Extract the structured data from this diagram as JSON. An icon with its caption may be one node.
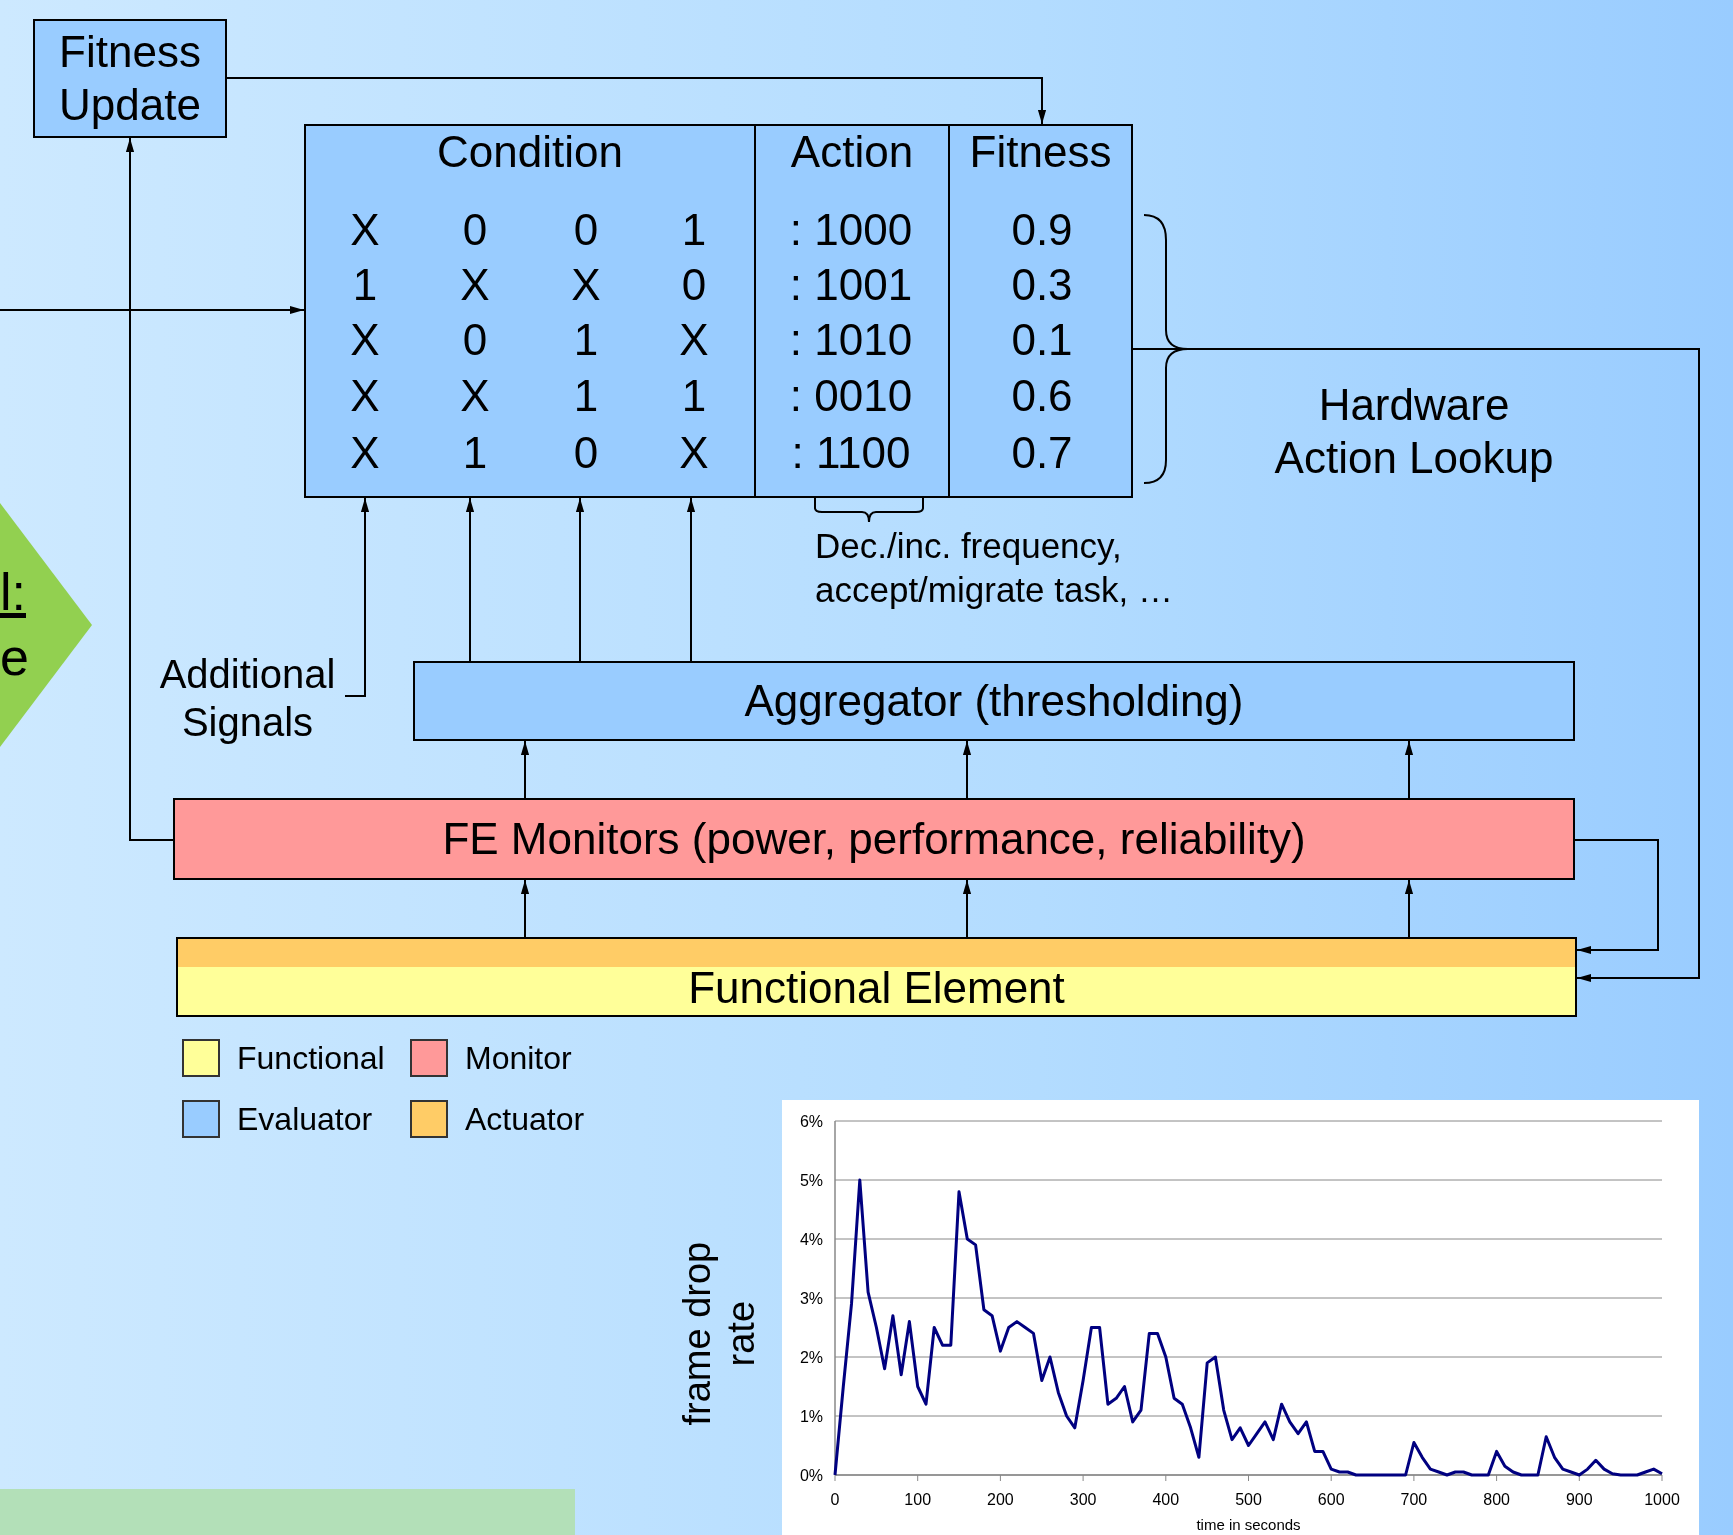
{
  "diagram": {
    "nodes": [
      {
        "text": [
          "Fitness Update"
        ]
      },
      {
        "text": [
          "Condition"
        ]
      },
      {
        "text": [
          "Action"
        ]
      },
      {
        "text": [
          "Fitness"
        ]
      },
      {
        "text": [
          "Hardware Action Lookup"
        ]
      },
      {
        "text": [
          "Additional Signals"
        ]
      },
      {
        "text": [
          "Aggregator (thresholding)"
        ]
      },
      {
        "text": [
          "FE Monitors (power, performance, reliability)"
        ]
      },
      {
        "text": [
          "Functional Element"
        ]
      },
      {
        "text": [
          "l:",
          "e"
        ]
      },
      {
        "text": [],
        "shape": "bar"
      }
    ],
    "edges": [
      {
        "from": null,
        "to": 1,
        "arrow": "to"
      },
      {
        "from": 0,
        "to": 3,
        "arrow": "to"
      },
      {
        "from": 7,
        "to": 0,
        "arrow": "to"
      },
      {
        "from": 5,
        "to": 1,
        "arrow": "to"
      },
      {
        "from": 6,
        "to": 1,
        "arrow": "to"
      },
      {
        "from": 6,
        "to": 1,
        "arrow": "to"
      },
      {
        "from": 6,
        "to": 1,
        "arrow": "to"
      },
      {
        "from": 7,
        "to": 6,
        "arrow": "to"
      },
      {
        "from": 7,
        "to": 6,
        "arrow": "to"
      },
      {
        "from": 7,
        "to": 6,
        "arrow": "to"
      },
      {
        "from": 8,
        "to": 7,
        "arrow": "to"
      },
      {
        "from": 8,
        "to": 7,
        "arrow": "to"
      },
      {
        "from": 8,
        "to": 7,
        "arrow": "to"
      },
      {
        "from": 7,
        "to": 8,
        "arrow": "to"
      },
      {
        "from": 3,
        "to": 8,
        "arrow": "to"
      }
    ],
    "labels": [
      "X",
      "0",
      "0",
      "1",
      ": 1000",
      "0.9",
      "1",
      "X",
      "X",
      "0",
      ": 1001",
      "0.3",
      "X",
      "0",
      "1",
      "X",
      ": 1010",
      "0.1",
      "X",
      "X",
      "1",
      "1",
      ": 0010",
      "0.6",
      "X",
      "1",
      "0",
      "X",
      ": 1100",
      "0.7",
      "Dec./inc. frequency, accept/migrate task, …"
    ],
    "legend": [
      {
        "text": "Functional",
        "color": "#ffff99"
      },
      {
        "text": "Monitor",
        "color": "#ff9999"
      },
      {
        "text": "Evaluator",
        "color": "#99ccff"
      },
      {
        "text": "Actuator",
        "color": "#ffcc66"
      }
    ],
    "chart_data": {
      "type": "line",
      "xlabel": "time in seconds",
      "ylabel": "frame drop rate",
      "x": [
        0,
        10,
        20,
        30,
        40,
        50,
        60,
        70,
        80,
        90,
        100,
        110,
        120,
        130,
        140,
        150,
        160,
        170,
        180,
        190,
        200,
        210,
        220,
        230,
        240,
        250,
        260,
        270,
        280,
        290,
        300,
        310,
        320,
        330,
        340,
        350,
        360,
        370,
        380,
        390,
        400,
        410,
        420,
        430,
        440,
        450,
        460,
        470,
        480,
        490,
        500,
        510,
        520,
        530,
        540,
        550,
        560,
        570,
        580,
        590,
        600,
        610,
        620,
        630,
        640,
        650,
        660,
        670,
        680,
        690,
        700,
        710,
        720,
        730,
        740,
        750,
        760,
        770,
        780,
        790,
        800,
        810,
        820,
        830,
        840,
        850,
        860,
        870,
        880,
        890,
        900,
        910,
        920,
        930,
        940,
        950,
        960,
        970,
        980,
        990,
        1000
      ],
      "series": [
        {
          "color": "#000080",
          "values": [
            0,
            1.5,
            2.9,
            5.0,
            3.1,
            2.5,
            1.8,
            2.7,
            1.7,
            2.6,
            1.5,
            1.2,
            2.5,
            2.2,
            2.2,
            4.8,
            4.0,
            3.9,
            2.8,
            2.7,
            2.1,
            2.5,
            2.6,
            2.5,
            2.4,
            1.6,
            2.0,
            1.4,
            1.0,
            0.8,
            1.6,
            2.5,
            2.5,
            1.2,
            1.3,
            1.5,
            0.9,
            1.1,
            2.4,
            2.4,
            2.0,
            1.3,
            1.2,
            0.8,
            0.3,
            1.9,
            2.0,
            1.1,
            0.6,
            0.8,
            0.5,
            0.7,
            0.9,
            0.6,
            1.2,
            0.9,
            0.7,
            0.9,
            0.4,
            0.4,
            0.1,
            0.05,
            0.05,
            0,
            0,
            0,
            0,
            0,
            0,
            0,
            0.55,
            0.3,
            0.1,
            0.05,
            0,
            0.05,
            0.05,
            0,
            0,
            0,
            0.4,
            0.15,
            0.05,
            0,
            0,
            0,
            0.65,
            0.3,
            0.1,
            0.05,
            0,
            0.1,
            0.25,
            0.1,
            0.02,
            0,
            0,
            0,
            0.05,
            0.1,
            0.02
          ]
        }
      ],
      "grid": true,
      "xlim": [
        0,
        1000
      ],
      "ylim": [
        0,
        6
      ],
      "xticks": [
        0,
        100,
        200,
        300,
        400,
        500,
        600,
        700,
        800,
        900,
        1000
      ],
      "yticks": [
        {
          "value": 0,
          "label": "0%"
        },
        {
          "value": 1,
          "label": "1%"
        },
        {
          "value": 2,
          "label": "2%"
        },
        {
          "value": 3,
          "label": "3%"
        },
        {
          "value": 4,
          "label": "4%"
        },
        {
          "value": 5,
          "label": "5%"
        },
        {
          "value": 6,
          "label": "6%"
        }
      ]
    }
  }
}
